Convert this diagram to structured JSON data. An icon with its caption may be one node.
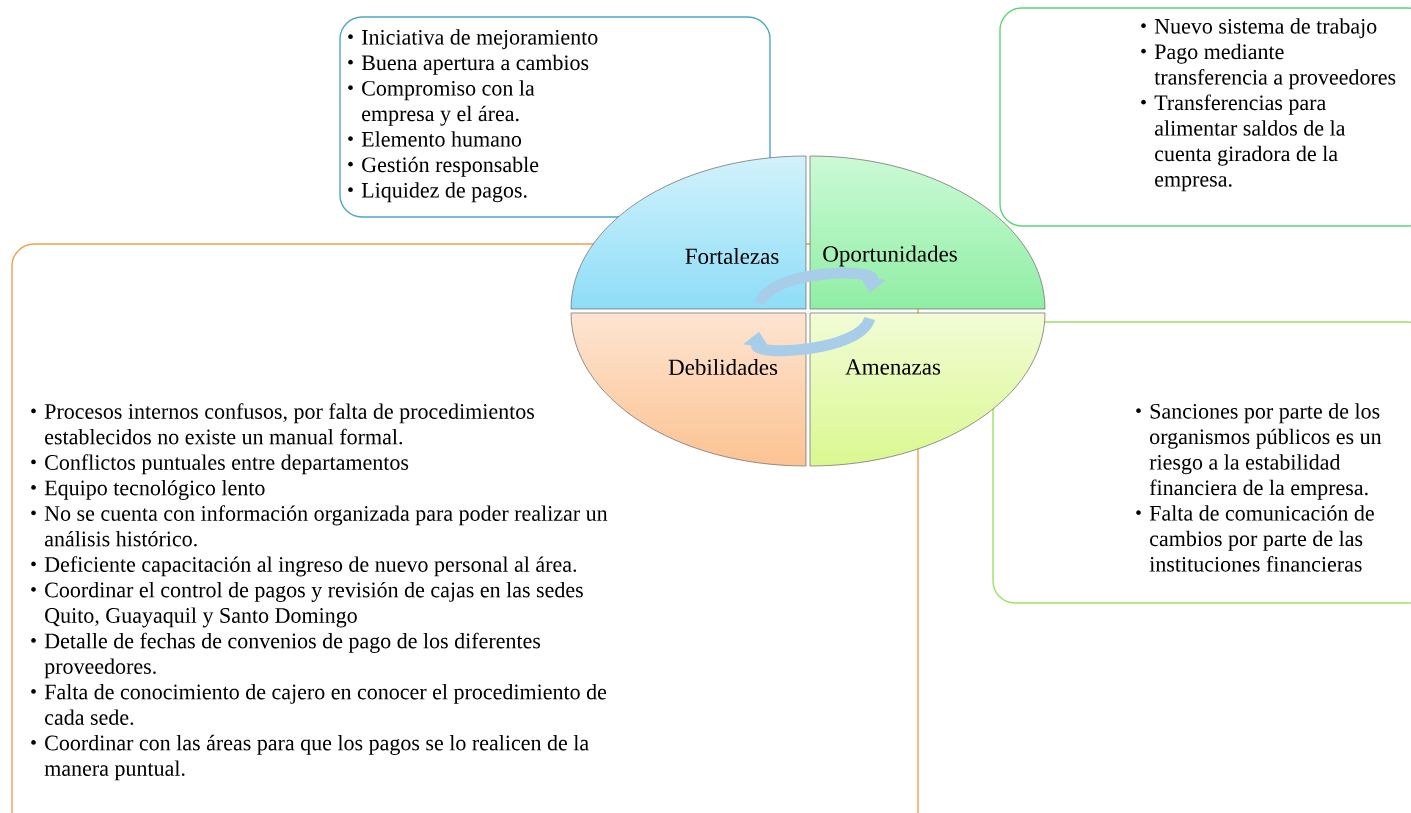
{
  "diagram": {
    "nodes": [
      {
        "text": [
          "Iniciativa de mejoramiento",
          "Buena apertura a cambios",
          "Compromiso con la empresa y el área.",
          "Elemento humano",
          "Gestión responsable",
          "Liquidez de pagos."
        ]
      },
      {
        "text": [
          "Nuevo sistema de trabajo",
          "Pago mediante transferencia a proveedores",
          "Transferencias para alimentar saldos de la cuenta giradora de la empresa."
        ]
      },
      {
        "text": [
          "Fortalezas"
        ]
      },
      {
        "text": [
          "Oportunidades"
        ]
      },
      {
        "text": [
          "Debilidades"
        ],
        "in": 7
      },
      {
        "text": [
          "Amenazas"
        ]
      },
      {
        "text": [
          "Sanciones por parte de los organismos públicos es un riesgo a la estabilidad financiera de la empresa.",
          "Falta de comunicación de cambios por parte de las instituciones financieras"
        ]
      },
      {
        "text": [
          "Procesos internos confusos, por falta de procedimientos establecidos no existe un manual formal.",
          "Conflictos puntuales entre departamentos",
          "Equipo tecnológico lento",
          "No se cuenta con información organizada para poder realizar un análisis histórico.",
          "Deficiente capacitación al ingreso de nuevo personal al área.",
          "Coordinar el control de pagos y revisión de cajas en las sedes Quito, Guayaquil y Santo Domingo",
          "Detalle de fechas de convenios de pago de los diferentes proveedores.",
          "Falta de conocimiento de cajero en conocer el procedimiento de cada sede.",
          "Coordinar con las áreas para que los pagos se lo realicen de la manera puntual."
        ]
      }
    ],
    "edges": [
      {
        "from": 2,
        "to": 3,
        "arrow": "to"
      },
      {
        "from": 5,
        "to": 4,
        "arrow": "to"
      }
    ]
  }
}
